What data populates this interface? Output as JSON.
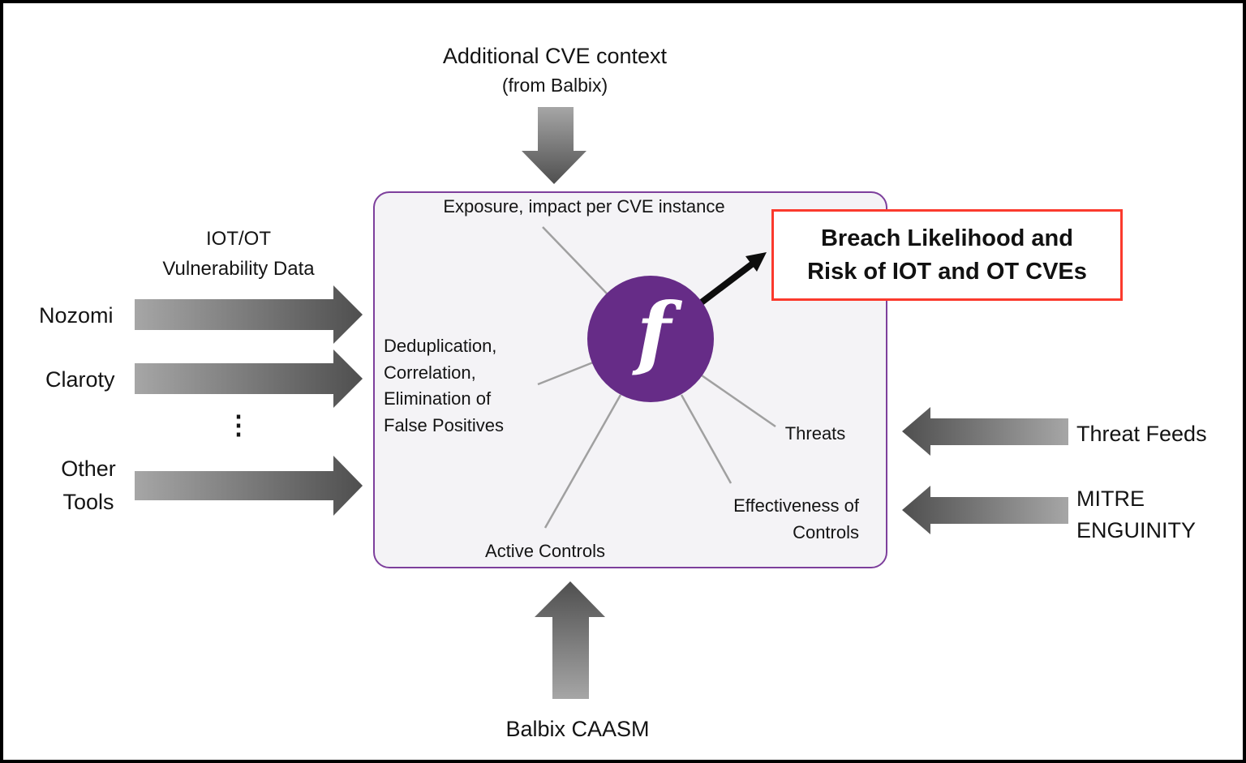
{
  "inputs": {
    "top": {
      "label": "Additional CVE context",
      "sublabel": "(from Balbix)"
    },
    "left": {
      "heading": "IOT/OT\nVulnerability Data",
      "source1": "Nozomi",
      "source2": "Claroty",
      "ellipsis": "⋮",
      "source3": "Other\nTools"
    },
    "right": {
      "threat_feeds": "Threat Feeds",
      "mitre": "MITRE\nENGUINITY"
    },
    "bottom": {
      "label": "Balbix CAASM"
    }
  },
  "engine": {
    "exposure_label": "Exposure, impact per CVE instance",
    "dedup_label": "Deduplication,\nCorrelation,\nElimination of\nFalse Positives",
    "threats_label": "Threats",
    "effectiveness_label": "Effectiveness of\nControls",
    "active_controls_label": "Active Controls",
    "function_symbol": "f"
  },
  "output": {
    "label": "Breach Likelihood and\nRisk of IOT and OT CVEs"
  },
  "colors": {
    "circle_purple": "#662c87",
    "engine_border_purple": "#7d3f9c",
    "engine_fill": "#f4f3f6",
    "output_border_red": "#fb3a2d",
    "arrow_gradient_light": "#a6a6a6",
    "arrow_gradient_dark": "#4f4f4f",
    "connector_gray": "#a0a0a0",
    "output_arrow_black": "#0d0d0d"
  }
}
